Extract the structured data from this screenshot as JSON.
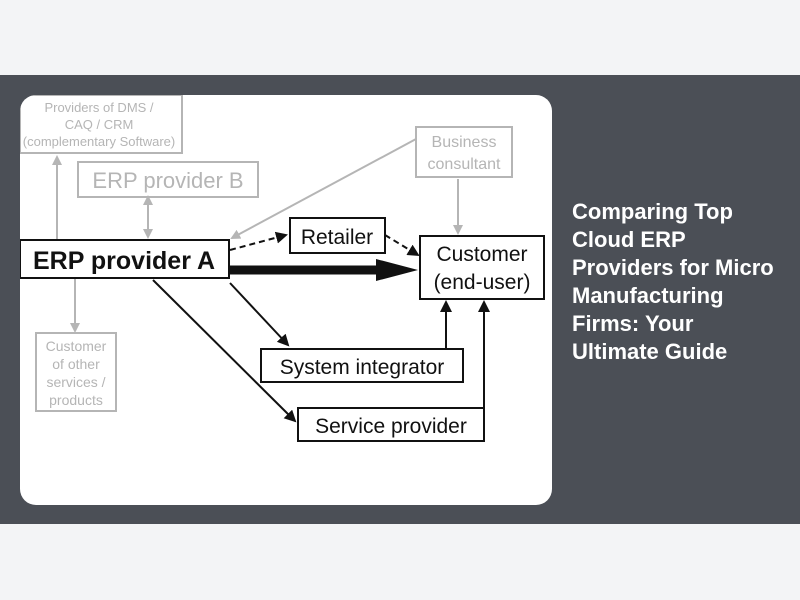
{
  "hero": {
    "title": "Comparing Top Cloud ERP Providers for Micro Manufacturing Firms: Your Ultimate Guide"
  },
  "diagram": {
    "nodes": {
      "providers_dms": [
        "Providers of DMS /",
        "CAQ / CRM",
        "(complementary Software)"
      ],
      "erp_provider_b": "ERP provider B",
      "business_consultant": [
        "Business",
        "consultant"
      ],
      "erp_provider_a": "ERP provider A",
      "retailer": "Retailer",
      "customer": [
        "Customer",
        "(end-user)"
      ],
      "customer_other": [
        "Customer",
        "of other",
        "services /",
        "products"
      ],
      "system_integrator": "System integrator",
      "service_provider": "Service provider"
    },
    "colors": {
      "primary": "#111111",
      "secondary": "#b5b5b5"
    }
  }
}
